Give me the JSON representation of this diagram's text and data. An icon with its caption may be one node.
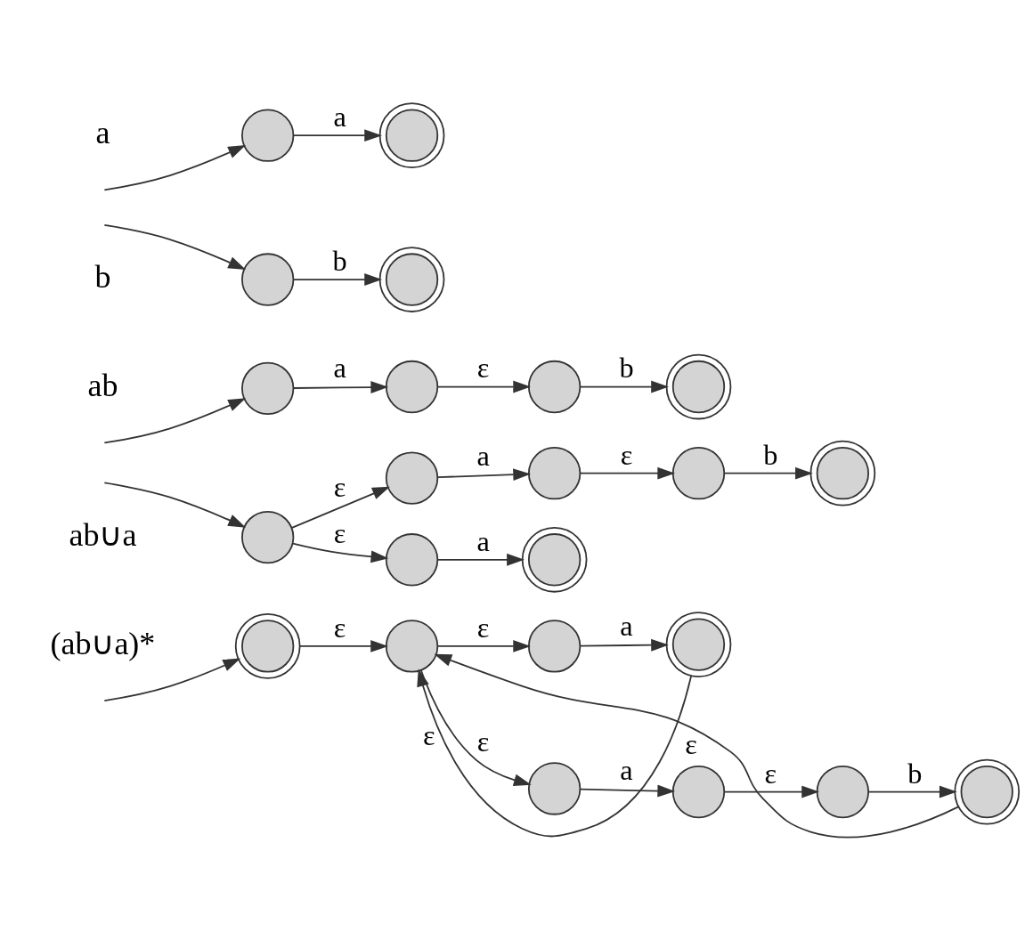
{
  "diagram": {
    "nodes": [
      {
        "text": [],
        "shape": "circle"
      },
      {
        "text": [],
        "shape": "doublecircle"
      },
      {
        "text": [],
        "shape": "circle"
      },
      {
        "text": [],
        "shape": "doublecircle"
      },
      {
        "text": [],
        "shape": "circle"
      },
      {
        "text": [],
        "shape": "circle"
      },
      {
        "text": [],
        "shape": "circle"
      },
      {
        "text": [],
        "shape": "doublecircle"
      },
      {
        "text": [],
        "shape": "circle"
      },
      {
        "text": [],
        "shape": "circle"
      },
      {
        "text": [],
        "shape": "circle"
      },
      {
        "text": [],
        "shape": "circle"
      },
      {
        "text": [],
        "shape": "doublecircle"
      },
      {
        "text": [],
        "shape": "circle"
      },
      {
        "text": [],
        "shape": "doublecircle"
      },
      {
        "text": [],
        "shape": "doublecircle"
      },
      {
        "text": [],
        "shape": "circle"
      },
      {
        "text": [],
        "shape": "circle"
      },
      {
        "text": [],
        "shape": "circle"
      },
      {
        "text": [],
        "shape": "circle"
      },
      {
        "text": [],
        "shape": "doublecircle"
      },
      {
        "text": [],
        "shape": "circle"
      },
      {
        "text": [],
        "shape": "doublecircle"
      }
    ],
    "edges": [
      {
        "from": null,
        "to": 0,
        "arrow": "to"
      },
      {
        "from": 0,
        "to": 1,
        "arrow": "to",
        "label": "a"
      },
      {
        "from": null,
        "to": 2,
        "arrow": "to"
      },
      {
        "from": 2,
        "to": 3,
        "arrow": "to",
        "label": "b"
      },
      {
        "from": null,
        "to": 4,
        "arrow": "to"
      },
      {
        "from": 4,
        "to": 5,
        "arrow": "to",
        "label": "a"
      },
      {
        "from": 5,
        "to": 6,
        "arrow": "to",
        "label": "ε"
      },
      {
        "from": 6,
        "to": 7,
        "arrow": "to",
        "label": "b"
      },
      {
        "from": null,
        "to": 8,
        "arrow": "to"
      },
      {
        "from": 8,
        "to": 9,
        "arrow": "to",
        "label": "ε"
      },
      {
        "from": 9,
        "to": 10,
        "arrow": "to",
        "label": "a"
      },
      {
        "from": 10,
        "to": 11,
        "arrow": "to",
        "label": "ε"
      },
      {
        "from": 11,
        "to": 12,
        "arrow": "to",
        "label": "b"
      },
      {
        "from": 8,
        "to": 13,
        "arrow": "to",
        "label": "ε"
      },
      {
        "from": 13,
        "to": 14,
        "arrow": "to",
        "label": "a"
      },
      {
        "from": null,
        "to": 15,
        "arrow": "to"
      },
      {
        "from": 15,
        "to": 16,
        "arrow": "to",
        "label": "ε"
      },
      {
        "from": 16,
        "to": 17,
        "arrow": "to",
        "label": "ε"
      },
      {
        "from": 17,
        "to": 18,
        "arrow": "to",
        "label": "a"
      },
      {
        "from": 18,
        "to": 19,
        "arrow": "to",
        "label": "ε"
      },
      {
        "from": 19,
        "to": 20,
        "arrow": "to",
        "label": "b"
      },
      {
        "from": 16,
        "to": 21,
        "arrow": "to",
        "label": "ε"
      },
      {
        "from": 21,
        "to": 22,
        "arrow": "to",
        "label": "a"
      },
      {
        "from": 20,
        "to": 16,
        "arrow": "to",
        "label": "ε"
      },
      {
        "from": 22,
        "to": 16,
        "arrow": "to",
        "label": "ε"
      }
    ],
    "labels": [
      "a",
      "b",
      "ab",
      "ab∪a",
      "(ab∪a)*"
    ]
  }
}
